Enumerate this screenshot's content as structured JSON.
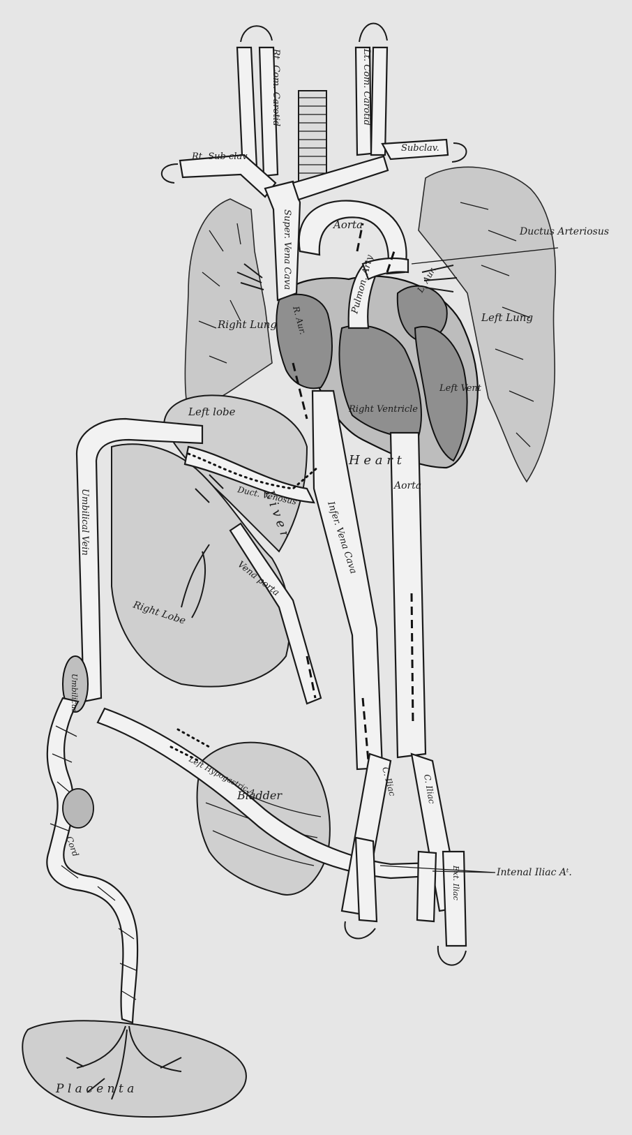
{
  "labels": {
    "rt_com_carotid": "Rt. Com. Carotid",
    "lt_com_carotid": "Lt. Com. Carotid",
    "rt_subclavian": "Rt. Sub clav",
    "lt_subclavian": "Subclav.",
    "superior_vena_cava": "Super. Vena Cava",
    "aorta_arch": "Aorta",
    "ductus_arteriosus": "Ductus Arteriosus",
    "pulmonary_artery": "Pulmon. Arty",
    "right_auricle": "R. Aur.",
    "left_auricle": "L. Aur.",
    "right_lung": "Right Lung",
    "left_lung": "Left Lung",
    "right_ventricle": "Right Ventricle",
    "left_ventricle": "Left Vent",
    "heart": "H e a r t",
    "liver_left_lobe": "Left lobe",
    "liver_right_lobe": "Right Lobe",
    "liver": "L i v e r",
    "ductus_venosus": "Duct. Venosus",
    "inferior_vena_cava": "Infer. Vena Cava",
    "vena_porta": "Vena porta",
    "descending_aorta": "Aorta",
    "umbilical_vein": "Umbilical Vein",
    "umbilicus": "Umbilicus",
    "bladder": "Bladder",
    "left_hypogastric": "Left Hypogastric A.",
    "common_iliac_left": "C. Iliac",
    "common_iliac_right": "C. Iliac",
    "external_iliac": "Ext. Iliac",
    "internal_iliac": "Intenal Iliac Aᵗ.",
    "umbilical_cord": "Cord",
    "placenta": "P l a c e n t a"
  }
}
